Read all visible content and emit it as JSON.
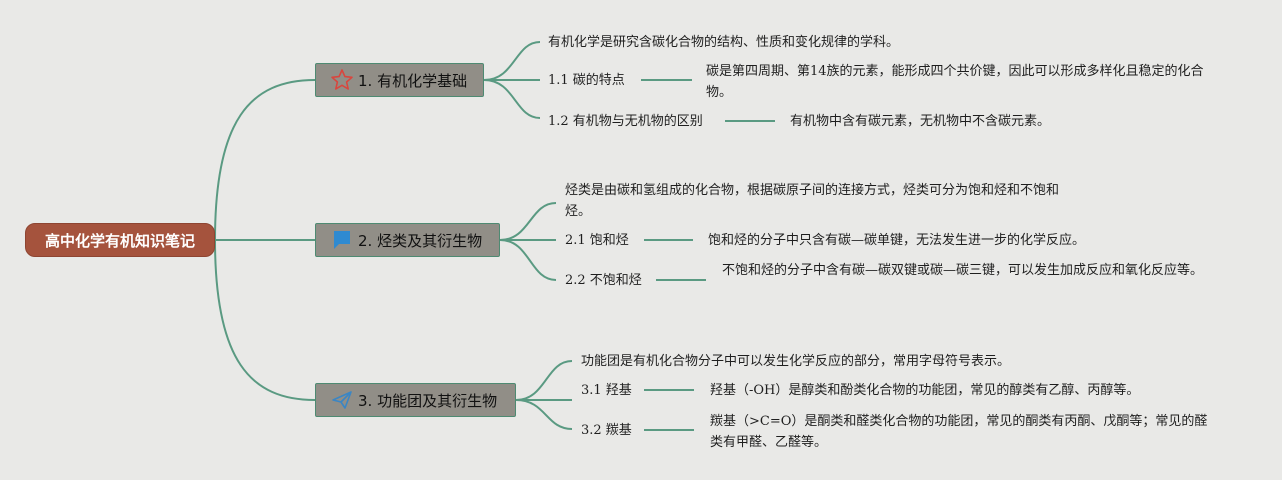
{
  "root": {
    "label": "高中化学有机知识笔记"
  },
  "branches": [
    {
      "label": "1. 有机化学基础",
      "icon": "star-icon",
      "intro": "有机化学是研究含碳化合物的结构、性质和变化规律的学科。",
      "subs": [
        {
          "label": "1.1 碳的特点",
          "desc": "碳是第四周期、第14族的元素，能形成四个共价键，因此可以形成多样化且稳定的化合物。"
        },
        {
          "label": "1.2 有机物与无机物的区别",
          "desc": "有机物中含有碳元素，无机物中不含碳元素。"
        }
      ]
    },
    {
      "label": "2. 烃类及其衍生物",
      "icon": "flag-icon",
      "intro": "烃类是由碳和氢组成的化合物，根据碳原子间的连接方式，烃类可分为饱和烃和不饱和烃。",
      "subs": [
        {
          "label": "2.1 饱和烃",
          "desc": "饱和烃的分子中只含有碳—碳单键，无法发生进一步的化学反应。"
        },
        {
          "label": "2.2 不饱和烃",
          "desc": "不饱和烃的分子中含有碳—碳双键或碳—碳三键，可以发生加成反应和氧化反应等。"
        }
      ]
    },
    {
      "label": "3. 功能团及其衍生物",
      "icon": "paper-plane-icon",
      "intro": "功能团是有机化合物分子中可以发生化学反应的部分，常用字母符号表示。",
      "subs": [
        {
          "label": "3.1 羟基",
          "desc": "羟基（-OH）是醇类和酚类化合物的功能团，常见的醇类有乙醇、丙醇等。"
        },
        {
          "label": "3.2 羰基",
          "desc": "羰基（>C=O）是酮类和醛类化合物的功能团，常见的酮类有丙酮、戊酮等；常见的醛类有甲醛、乙醛等。"
        }
      ]
    }
  ],
  "colors": {
    "line": "#5a9a82",
    "root_bg": "#a5533d",
    "branch_bg": "#918e87",
    "star": "#d9463e",
    "flag": "#2f8ad1",
    "plane": "#3b86c4"
  }
}
